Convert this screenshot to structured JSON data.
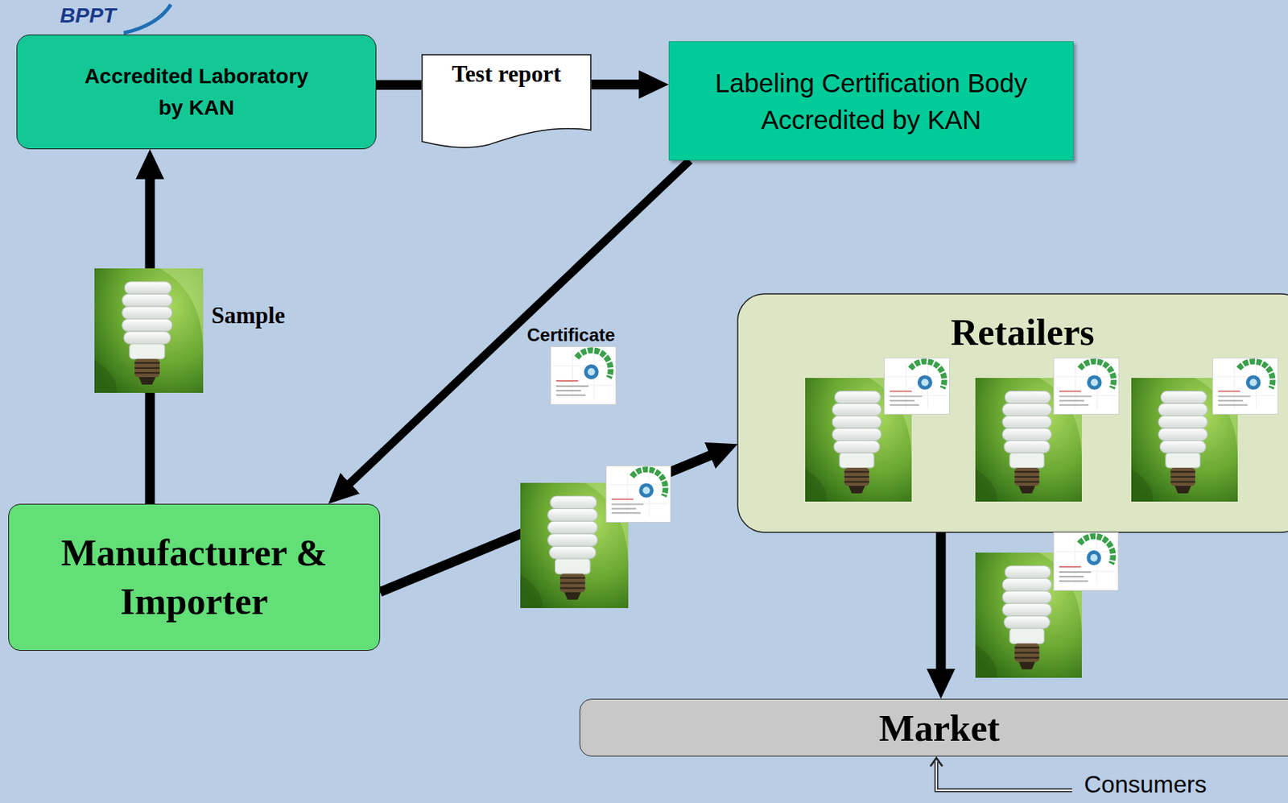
{
  "diagram": {
    "nodes": [
      {
        "text": [
          "Accredited Laboratory by KAN"
        ]
      },
      {
        "text": [
          "Test report"
        ]
      },
      {
        "text": [
          "Labeling Certification Body Accredited by KAN"
        ]
      },
      {
        "text": [
          "Manufacturer & Importer"
        ]
      },
      {
        "text": [
          "Retailers"
        ]
      },
      {
        "text": [
          "Market"
        ]
      }
    ],
    "edges": [
      {
        "from": 0,
        "to": 1,
        "arrow": "none"
      },
      {
        "from": 1,
        "to": 2,
        "arrow": "to"
      },
      {
        "from": 2,
        "to": 3,
        "arrow": "to"
      },
      {
        "from": 3,
        "to": 0,
        "arrow": "to"
      },
      {
        "from": 3,
        "to": 4,
        "arrow": "to"
      },
      {
        "from": 4,
        "to": 5,
        "arrow": "to"
      }
    ],
    "labels": [
      "BPPT",
      "Sample",
      "Certificate",
      "Consumers"
    ]
  }
}
